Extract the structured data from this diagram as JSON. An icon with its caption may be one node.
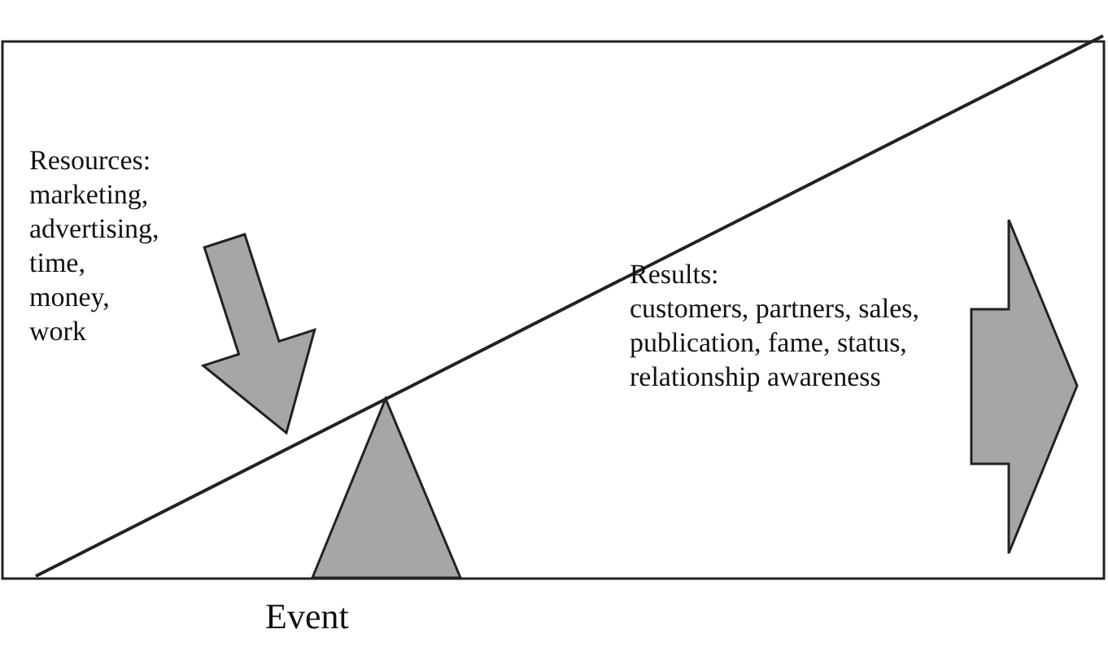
{
  "diagram": {
    "nodes": [
      {
        "text": [],
        "shape": "triangle",
        "beside": [
          "Event"
        ]
      }
    ],
    "labels": [
      "Resources:",
      "marketing, advertising, time, money, work",
      "Results:",
      "customers, partners, sales, publication, fame, status, relationship awareness"
    ]
  }
}
